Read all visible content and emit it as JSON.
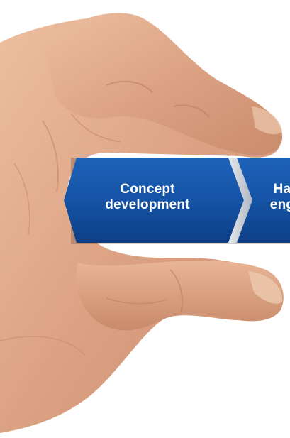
{
  "process_bar": {
    "steps": [
      {
        "line1": "Concept",
        "line2": "development"
      },
      {
        "line1": "Ha",
        "line2": "eng"
      }
    ],
    "colors": {
      "step_fill": "#1553a5",
      "step_fill_dark": "#0d3f86",
      "separator": "#c9ced6",
      "text": "#ffffff"
    }
  },
  "hand": {
    "skin_tone": "#e0a987",
    "skin_shadow": "#b97c5c"
  }
}
